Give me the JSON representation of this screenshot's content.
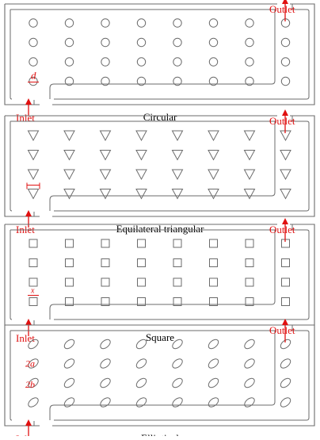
{
  "panels": [
    {
      "key": "circular",
      "shape": "circle",
      "caption": "Circular",
      "inlet": "Inlet",
      "outlet": "Outlet",
      "dim_label": "d"
    },
    {
      "key": "triangular",
      "shape": "triangle",
      "caption": "Equilateral triangular",
      "inlet": "Inlet",
      "outlet": "Outlet",
      "dim_label": ""
    },
    {
      "key": "square",
      "shape": "square",
      "caption": "Square",
      "inlet": "Inlet",
      "outlet": "Outlet",
      "dim_label": "x"
    },
    {
      "key": "elliptical",
      "shape": "ellipse",
      "caption": "Elliptical",
      "inlet": "Inlet",
      "outlet": "Outlet",
      "dim_label": "2a",
      "dim_label_2": "2b"
    }
  ],
  "grid": {
    "columns": 8,
    "rows": 4
  },
  "colors": {
    "line": "#6b6b6b",
    "accent": "#e01010",
    "text": "#000000"
  }
}
